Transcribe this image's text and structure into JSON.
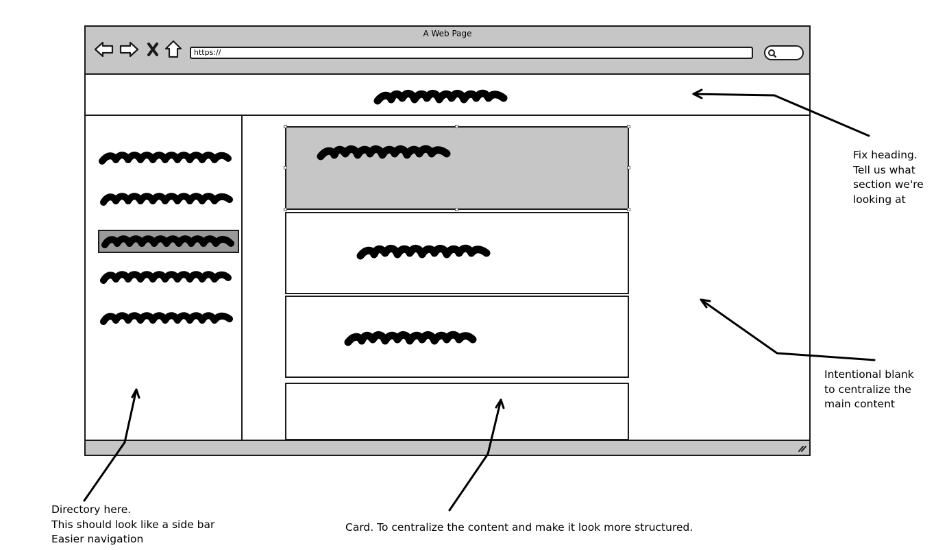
{
  "window": {
    "title": "A Web Page",
    "url": "https://",
    "nav_icons": [
      "back-arrow-icon",
      "forward-arrow-icon",
      "close-x-icon",
      "home-icon"
    ],
    "search_icon": "magnifier-icon"
  },
  "annotations": {
    "heading": [
      "Fix heading.",
      "Tell us what",
      "section we're",
      "looking at"
    ],
    "blank": [
      "Intentional blank",
      "to centralize the",
      "main content"
    ],
    "directory": [
      "Directory here.",
      "This should look like a side bar",
      "Easier navigation"
    ],
    "card": "Card. To centralize the content and make it look more structured."
  },
  "colors": {
    "chrome": "#c6c6c6",
    "selected_item": "#9a9a9a",
    "stroke": "#1a1a1a"
  }
}
